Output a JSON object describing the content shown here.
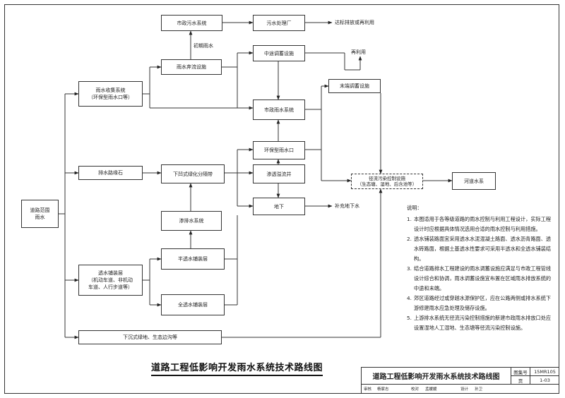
{
  "nodes": {
    "road_runoff": "道路范围\n雨水",
    "collection": "雨水收集系统\n（环保型雨水口等）",
    "inlet_stone": "排水路缘石",
    "permeable": "透水铺装层\n（机动车道、非机动\n车道、人行步道等）",
    "sunken_green": "下沉式绿地、生态边沟等",
    "diversion": "雨水弃流设施",
    "sewer": "市政污水系统",
    "treatment": "污水处理厂",
    "mid_storage": "中途调蓄设施",
    "municipal_rain": "市政雨水系统",
    "end_storage": "末端调蓄设施",
    "eco_inlet": "环保型雨水口",
    "infiltration_well": "渗透溢流井",
    "underground": "地下",
    "sunken_belt": "下凹式绿化分隔带",
    "seepage_system": "渗排水系统",
    "half_permeable": "半透水铺装层",
    "full_permeable": "全透水铺装层",
    "runoff_control": "径流污染控制设施\n（生态塘、湿地、后含池等）",
    "river": "河道水系"
  },
  "labels": {
    "initial_rain": "初期雨水",
    "discharge_reuse": "达标排放或再利用",
    "reuse": "再利用",
    "recharge": "补充地下水"
  },
  "notes": {
    "title": "说明：",
    "items": [
      {
        "num": "1.",
        "text": "本图适用于各等级道路的雨水控制与利用工程设计，实际工程设计时应根据具体情况选用合适的雨水控制与利用措施。"
      },
      {
        "num": "2.",
        "text": "透水铺装路面宜采用透水水泥混凝土路面、透水沥青路面、透水砖路面，根据土基透水性要求可采用半透水和全透水铺装结构。"
      },
      {
        "num": "3.",
        "text": "结合道路排水工程建设的雨水调蓄设施应满足与市政工程管线设计综合和协调，雨水调蓄设施宜布置在区域雨水排放系统的中途和末端。"
      },
      {
        "num": "4.",
        "text": "郊区道路经过或穿越水源保护区，应在公路两侧或排水系统下游修建雨水应急处理及储存设施。"
      },
      {
        "num": "5.",
        "text": "上游排水系统无径流污染控制措施的新建市政雨水排放口处应设置湿地人工湿地、生态塘等径流污染控制设施。"
      }
    ]
  },
  "main_title": "道路工程低影响开发雨水系统技术路线图",
  "title_block": {
    "title": "道路工程低影响开发雨水系统技术路线图",
    "atlas_label": "图集号",
    "atlas_no": "15MR105",
    "page_label": "页",
    "page_no": "1-03",
    "row": [
      "审核",
      "杨家志",
      "校对",
      "孟媛媛",
      "设计",
      "孙卫"
    ]
  }
}
